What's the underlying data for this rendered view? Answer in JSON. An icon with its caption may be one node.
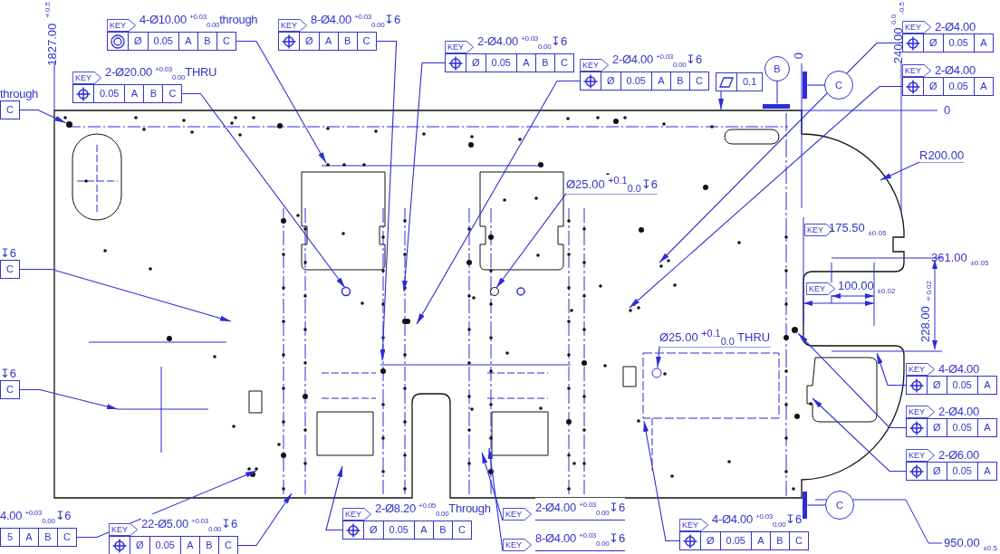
{
  "diagram": {
    "nodes": [
      {
        "text": [
          "KEY",
          "4-Ø10.00 $^{+0.03}$$_{0.00}$through",
          "Ø",
          "0.05",
          "A",
          "B",
          "C"
        ]
      },
      {
        "text": [
          "KEY",
          "8-Ø4.00 $^{+0.03}$$_{0.00}$↧6",
          "Ø",
          "A",
          "B",
          "C"
        ]
      },
      {
        "text": [
          "through",
          "C"
        ]
      },
      {
        "text": [
          "KEY",
          "2-Ø20.00 $^{+0.03}$$_{0.00}$THRU",
          "0.05",
          "A",
          "B",
          "C"
        ]
      },
      {
        "text": [
          "KEY",
          "2-Ø4.00 $^{+0.03}$$_{0.00}$↧6",
          "Ø",
          "0.05",
          "A",
          "B",
          "C"
        ]
      },
      {
        "text": [
          "KEY",
          "2-Ø4.00 $^{+0.03}$$_{0.00}$↧6",
          "Ø",
          "0.05",
          "A",
          "B",
          "C"
        ]
      },
      {
        "text": [
          "0.1"
        ]
      },
      {
        "text": [
          "B"
        ]
      },
      {
        "text": [
          "C"
        ]
      },
      {
        "text": [
          "KEY",
          "2-Ø4.00",
          "Ø",
          "0.05",
          "A"
        ]
      },
      {
        "text": [
          "KEY",
          "2-Ø4.00",
          "Ø",
          "0.05",
          "A"
        ]
      },
      {
        "text": [
          "Ø25.00 $^{+0.1}$$_{0.0}$↧6"
        ]
      },
      {
        "text": [
          "R200.00"
        ]
      },
      {
        "text": [
          "↧6",
          "C"
        ]
      },
      {
        "text": [
          "Ø25.00 $^{+0.1}$$_{0.0}$ THRU"
        ]
      },
      {
        "text": [
          "↧6",
          "C"
        ]
      },
      {
        "text": [
          "KEY",
          "4-Ø4.00",
          "Ø",
          "0.05",
          "A"
        ]
      },
      {
        "text": [
          "KEY",
          "2-Ø4.00",
          "Ø",
          "0.05",
          "A"
        ]
      },
      {
        "text": [
          "KEY",
          "2-Ø6.00",
          "Ø",
          "0.05",
          "A"
        ]
      },
      {
        "text": [
          "C"
        ]
      },
      {
        "text": [
          "4.00 $^{+0.03}$$_{0.00}$↧6",
          "5",
          "A",
          "B",
          "C"
        ]
      },
      {
        "text": [
          "KEY",
          "2-Ø8.20 $^{+0.05}$$_{0.00}$Through",
          "Ø",
          "0.05",
          "A",
          "B",
          "C"
        ]
      },
      {
        "text": [
          "KEY",
          "2-Ø4.00 $^{+0.03}$$_{0.00}$↧6"
        ]
      },
      {
        "text": [
          "KEY",
          "4-Ø4.00 $^{+0.03}$$_{0.00}$↧6",
          "Ø",
          "0.05",
          "A",
          "B",
          "C"
        ]
      },
      {
        "text": [
          "KEY",
          "22-Ø5.00 $^{+0.03}$$_{0.00}$↧6",
          "Ø",
          "0.05",
          "A",
          "B",
          "C"
        ]
      },
      {
        "text": [
          "KEY",
          "8-Ø4.00 $^{+0.03}$$_{0.00}$↧6"
        ]
      },
      {
        "text": [],
        "shape": "circle"
      },
      {
        "text": [],
        "shape": "circle"
      },
      {
        "text": [],
        "shape": "bar"
      },
      {
        "text": [],
        "shape": "bar"
      },
      {
        "text": [],
        "shape": "bar"
      }
    ],
    "edges": [
      {
        "from": 0,
        "to": null,
        "arrow": "to"
      },
      {
        "from": 1,
        "to": null,
        "arrow": "to"
      },
      {
        "from": 2,
        "to": 26,
        "arrow": "to"
      },
      {
        "from": 3,
        "to": null,
        "arrow": "to"
      },
      {
        "from": 4,
        "to": null,
        "arrow": "to"
      },
      {
        "from": 5,
        "to": null,
        "arrow": "to"
      },
      {
        "from": 6,
        "to": null,
        "arrow": "to"
      },
      {
        "from": 7,
        "to": 28,
        "arrow": "none"
      },
      {
        "from": 8,
        "to": 29,
        "arrow": "none"
      },
      {
        "from": 9,
        "to": null,
        "arrow": "to"
      },
      {
        "from": 10,
        "to": null,
        "arrow": "to"
      },
      {
        "from": 11,
        "to": null,
        "arrow": "to"
      },
      {
        "from": 12,
        "to": null,
        "arrow": "to"
      },
      {
        "from": 13,
        "to": null,
        "arrow": "to"
      },
      {
        "from": 14,
        "to": null,
        "arrow": "to"
      },
      {
        "from": 15,
        "to": null,
        "arrow": "to"
      },
      {
        "from": 16,
        "to": null,
        "arrow": "to"
      },
      {
        "from": 17,
        "to": 27,
        "arrow": "to"
      },
      {
        "from": 18,
        "to": null,
        "arrow": "to"
      },
      {
        "from": 19,
        "to": 30,
        "arrow": "none"
      },
      {
        "from": 20,
        "to": null,
        "arrow": "to"
      },
      {
        "from": 21,
        "to": null,
        "arrow": "to"
      },
      {
        "from": 22,
        "to": null,
        "arrow": "to"
      },
      {
        "from": 23,
        "to": null,
        "arrow": "to"
      },
      {
        "from": 24,
        "to": null,
        "arrow": "to"
      },
      {
        "from": 25,
        "to": null,
        "arrow": "to"
      }
    ],
    "labels": [
      "1827.00 $^{±0.5}$",
      "240.00 $^{0.0}$$_{-0.5}$",
      "0",
      "0",
      "KEY",
      "175.50 $_{±0.05}$",
      "361.00 $_{±0.05}$",
      "KEY",
      "100.00 $_{±0.02}$",
      "228.00 $_{±0.02}$",
      "950.00 $_{±0.5}$"
    ]
  }
}
